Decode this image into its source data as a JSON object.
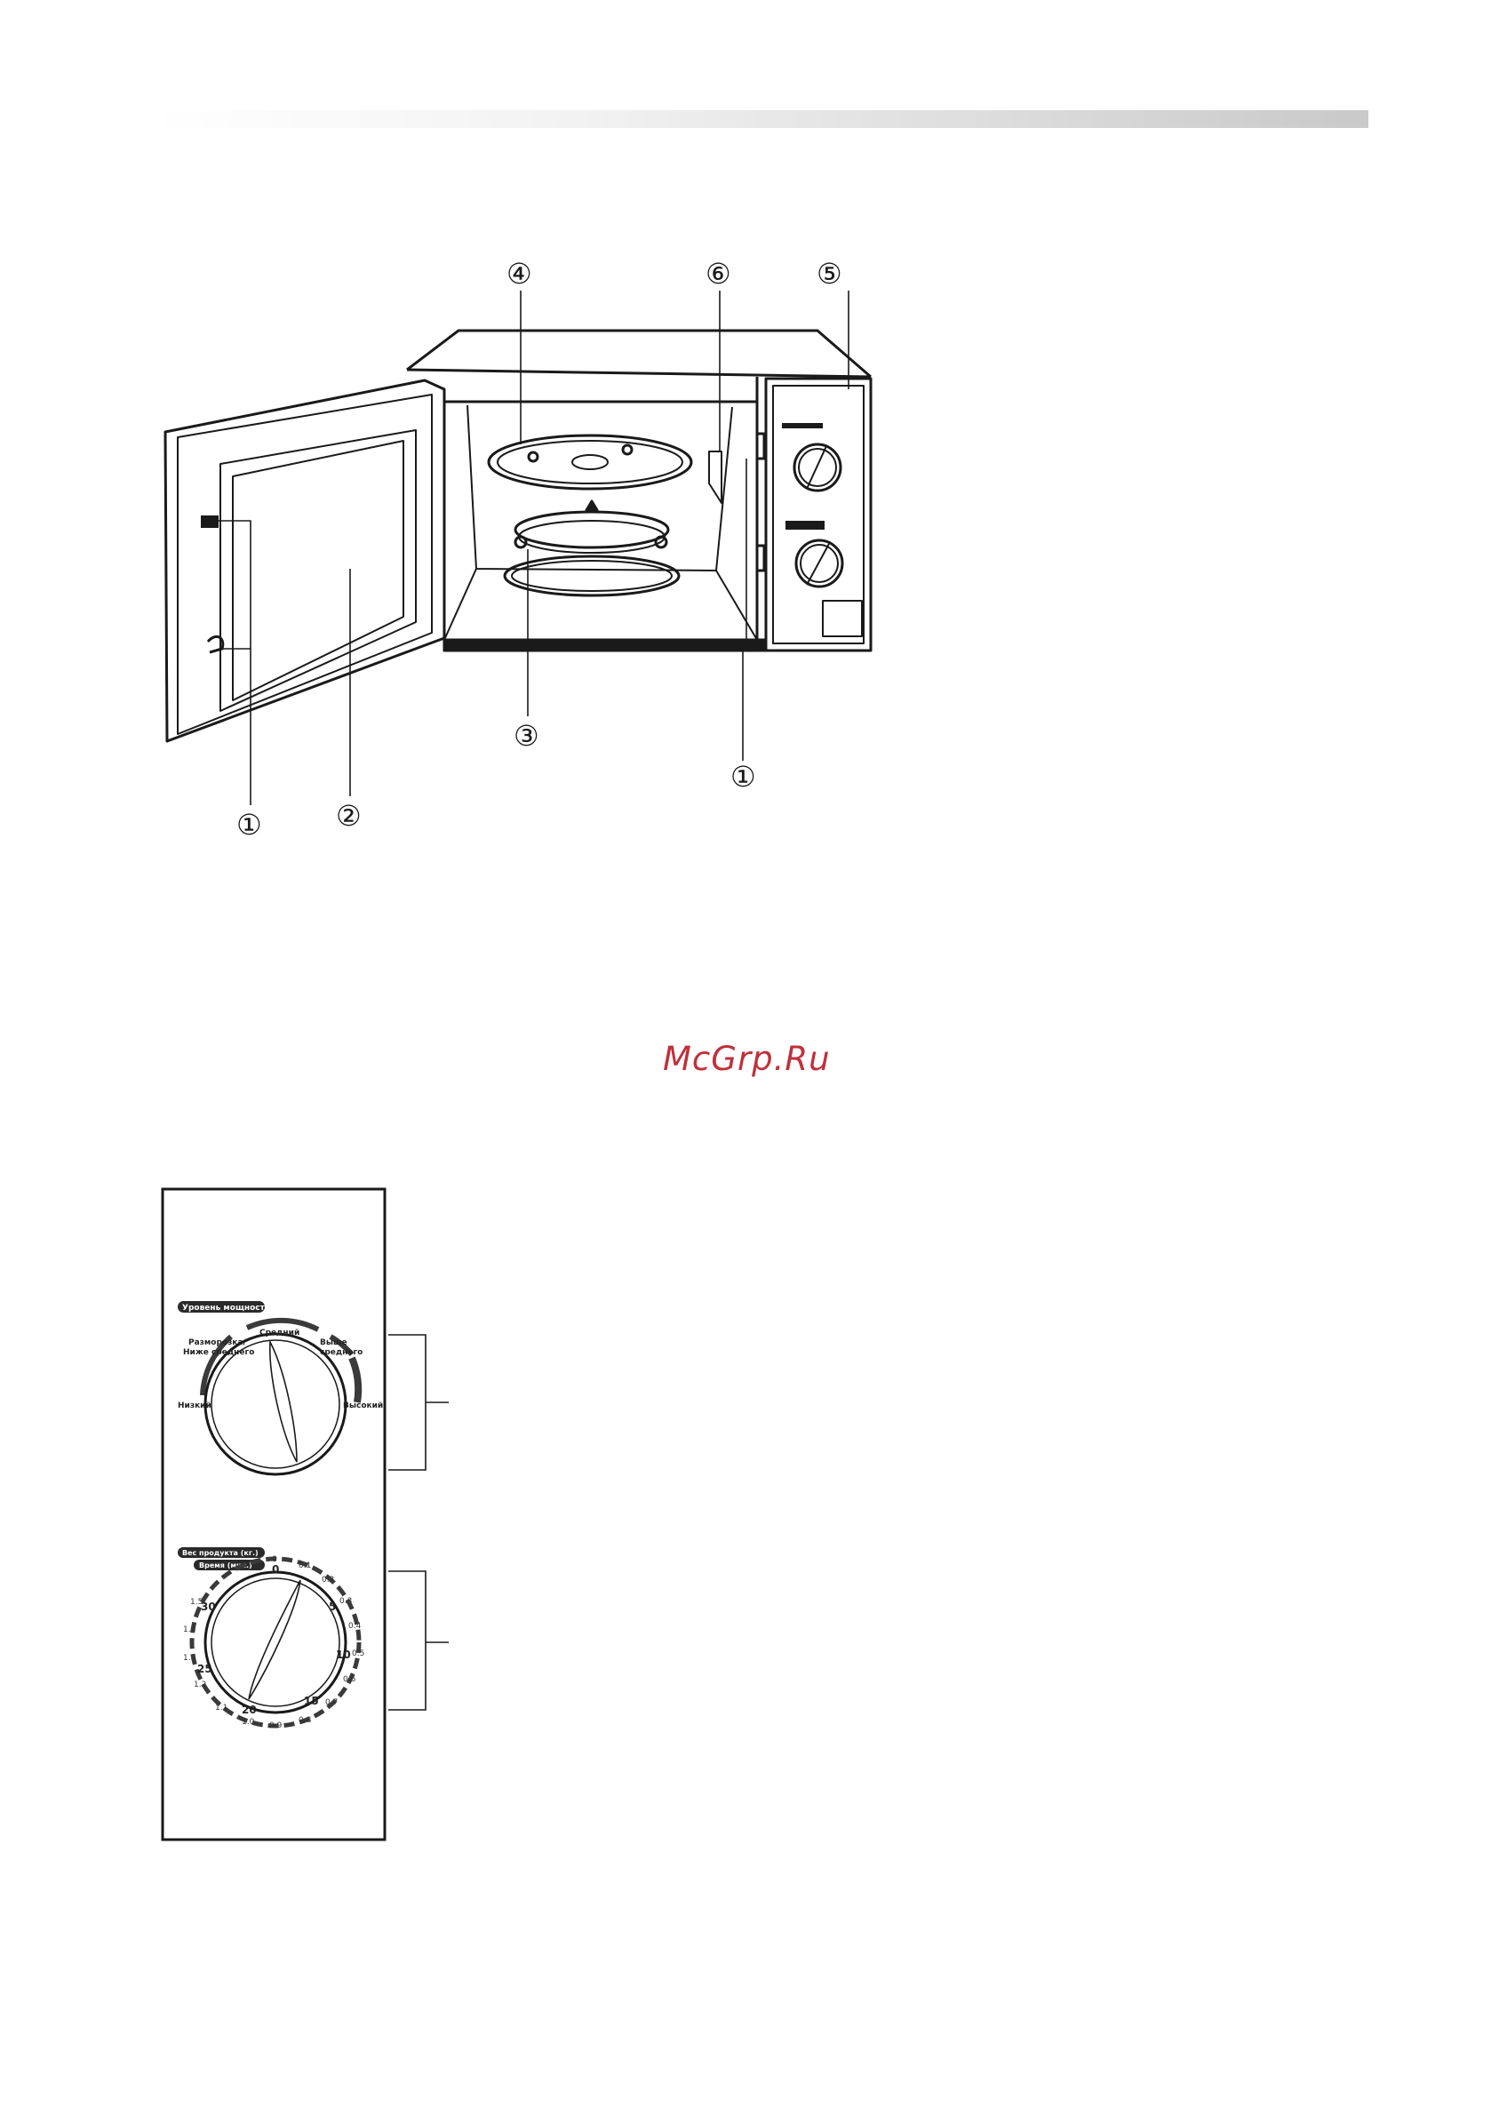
{
  "callouts": {
    "c1_door": "①",
    "c2_window": "②",
    "c3_roller": "③",
    "c4_tray": "④",
    "c5_panel": "⑤",
    "c6_waveguide": "⑥",
    "c1_cabinet": "①"
  },
  "watermark": "McGrp.Ru",
  "power_dial": {
    "title": "Уровень мощности",
    "labels": {
      "defrost_line1": "Разморозка/",
      "defrost_line2": "Ниже среднего",
      "medium": "Средний",
      "above_line1": "Выше",
      "above_line2": "среднего",
      "low": "Низкий",
      "high": "Высокий"
    }
  },
  "timer_dial": {
    "weight_label": "Вес продукта (кг.)",
    "time_label": "Время (мин.)",
    "weight_ticks": {
      "w0": "0",
      "w01": "0.1",
      "w02": "0.2",
      "w03": "0.3",
      "w04": "0.4",
      "w05": "0.5",
      "w06": "0.6",
      "w07": "0.7",
      "w08": "0.8",
      "w09": "0.9",
      "w10": "1.0",
      "w11": "1.1",
      "w12": "1.2",
      "w13": "1.3",
      "w14": "1.4",
      "w15": "1.5"
    },
    "time_ticks": {
      "t0": "0",
      "t5": "5",
      "t10": "10",
      "t15": "15",
      "t20": "20",
      "t25": "25",
      "t30": "30"
    }
  }
}
